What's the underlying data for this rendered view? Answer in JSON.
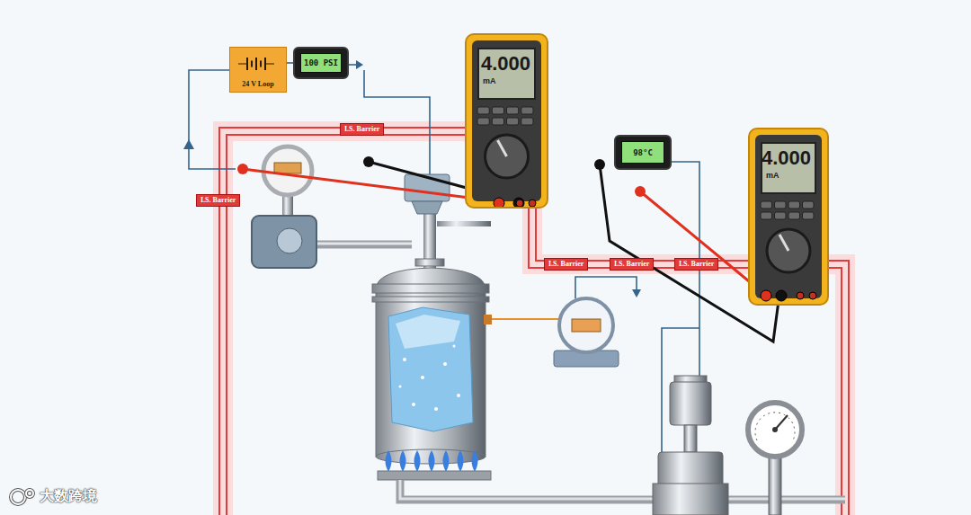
{
  "diagram": {
    "nodes": [
      {
        "text": [
          "24 V Loop"
        ]
      },
      {
        "text": [
          "100 PSI"
        ]
      },
      {
        "text": [
          "4.000",
          "mA"
        ]
      },
      {
        "text": [
          "98°C"
        ]
      },
      {
        "text": [
          "4.000",
          "mA"
        ]
      }
    ],
    "edges": [
      {
        "from": 0,
        "to": 1,
        "arrow": "none"
      }
    ],
    "labels": [
      "I.S. Barrier",
      "I.S. Barrier",
      "I.S. Barrier",
      "I.S. Barrier",
      "I.S. Barrier",
      "大数跨境"
    ]
  }
}
